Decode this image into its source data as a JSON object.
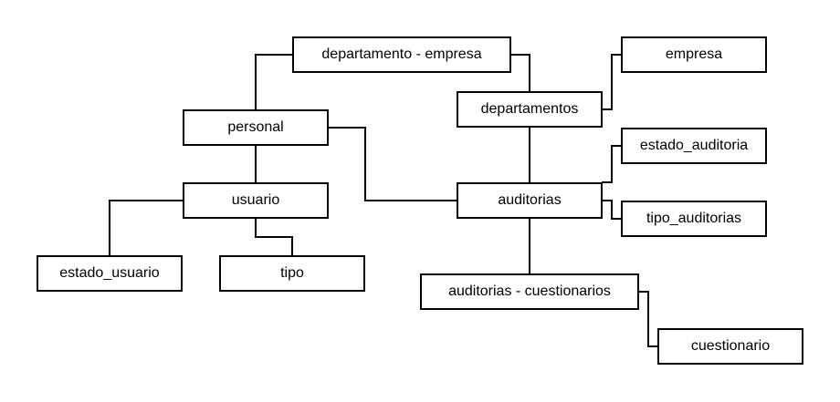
{
  "diagram": {
    "colors": {
      "stroke": "#000000",
      "box_fill": "#ffffff",
      "background": "#ffffff"
    },
    "entities": {
      "departamento_empresa": "departamento - empresa",
      "empresa": "empresa",
      "departamentos": "departamentos",
      "personal": "personal",
      "estado_auditoria": "estado_auditoria",
      "usuario": "usuario",
      "auditorias": "auditorias",
      "tipo_auditorias": "tipo_auditorias",
      "estado_usuario": "estado_usuario",
      "tipo": "tipo",
      "auditorias_cuestionarios": "auditorias - cuestionarios",
      "cuestionario": "cuestionario"
    },
    "relations": [
      {
        "from": "departamento_empresa",
        "to": "personal"
      },
      {
        "from": "departamento_empresa",
        "to": "departamentos"
      },
      {
        "from": "departamentos",
        "to": "empresa"
      },
      {
        "from": "departamentos",
        "to": "auditorias"
      },
      {
        "from": "personal",
        "to": "auditorias"
      },
      {
        "from": "personal",
        "to": "usuario"
      },
      {
        "from": "usuario",
        "to": "estado_usuario"
      },
      {
        "from": "usuario",
        "to": "tipo"
      },
      {
        "from": "auditorias",
        "to": "estado_auditoria"
      },
      {
        "from": "auditorias",
        "to": "tipo_auditorias"
      },
      {
        "from": "auditorias",
        "to": "auditorias_cuestionarios"
      },
      {
        "from": "auditorias_cuestionarios",
        "to": "cuestionario"
      }
    ]
  }
}
